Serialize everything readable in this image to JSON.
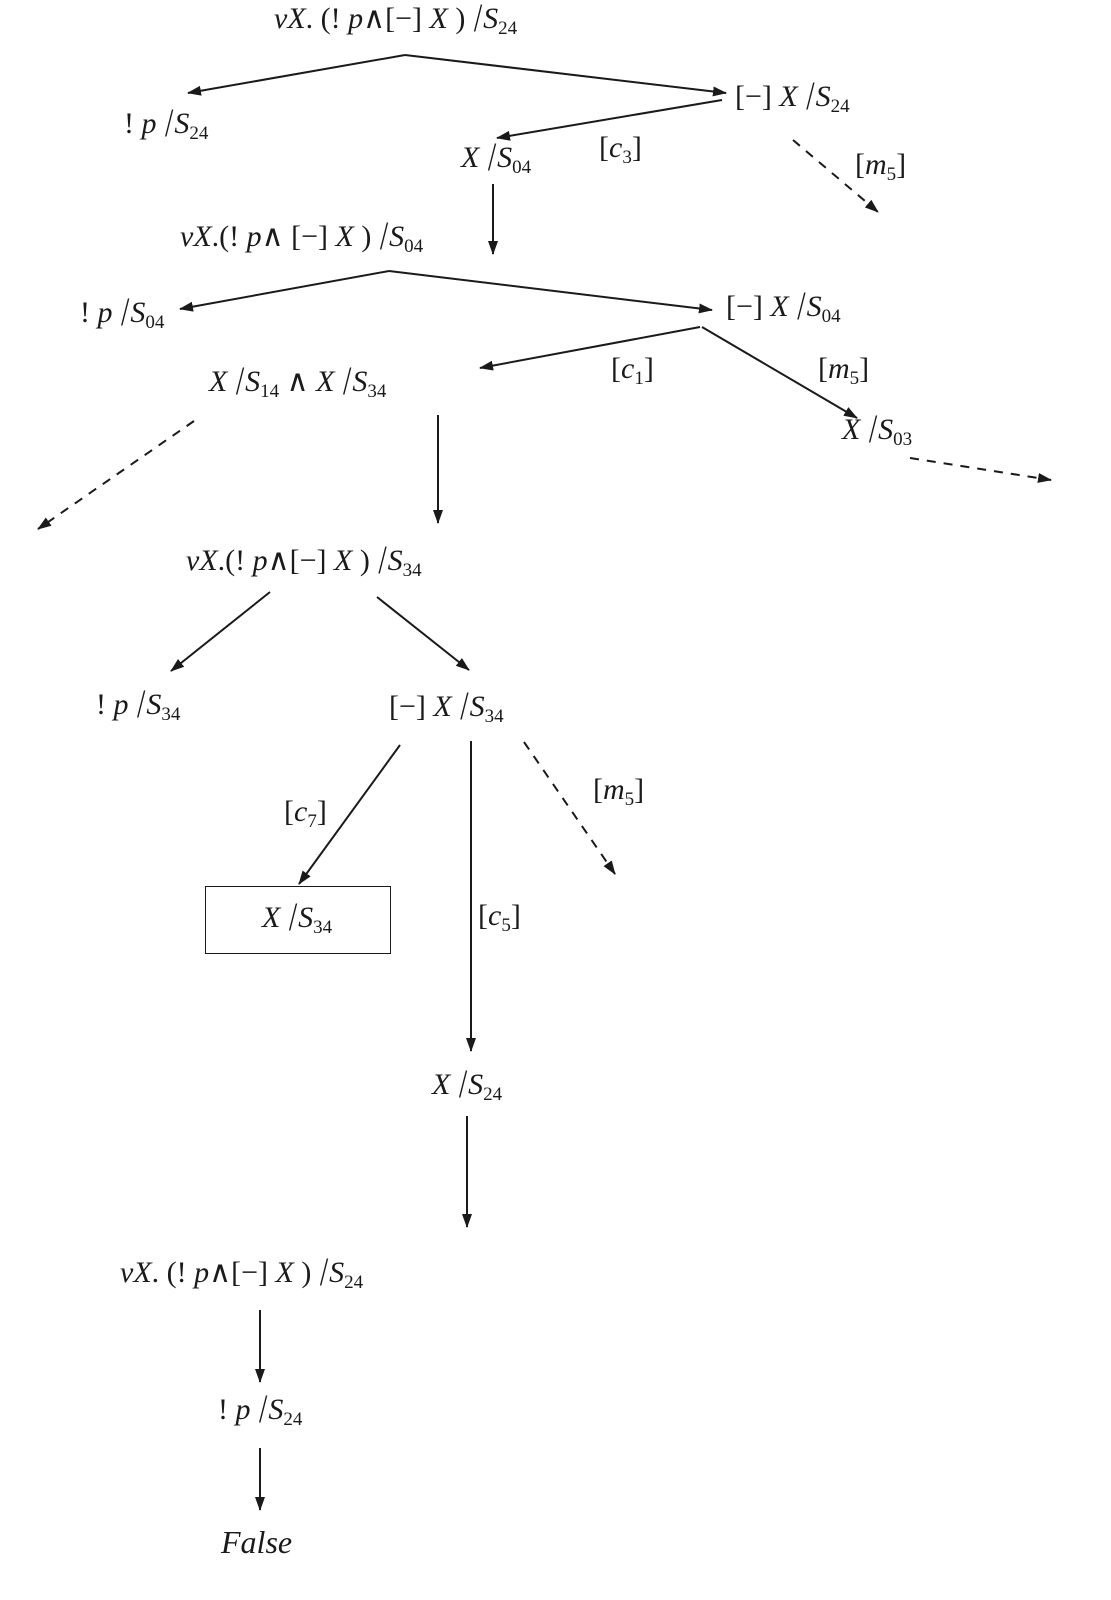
{
  "nodes": [
    {
      "id": "n1",
      "text": "vX. (! p∧[−] X ) ⁄S24"
    },
    {
      "id": "n2",
      "text": "! p ⁄S24"
    },
    {
      "id": "n3",
      "text": "[−] X ⁄S24"
    },
    {
      "id": "n4",
      "text": "X ⁄S04"
    },
    {
      "id": "n5",
      "text": "vX.(! p∧ [−] X ) ⁄S04"
    },
    {
      "id": "n6",
      "text": "! p ⁄S04"
    },
    {
      "id": "n7",
      "text": "[−] X ⁄S04"
    },
    {
      "id": "n8",
      "text": "X ⁄S14 ∧ X ⁄S34"
    },
    {
      "id": "n9",
      "text": "X ⁄S03"
    },
    {
      "id": "n10",
      "text": "vX.(! p∧[−] X ) ⁄S34"
    },
    {
      "id": "n11",
      "text": "! p ⁄S34"
    },
    {
      "id": "n12",
      "text": "[−] X ⁄S34"
    },
    {
      "id": "n13",
      "text": "X ⁄S34"
    },
    {
      "id": "n14",
      "text": "X ⁄S24"
    },
    {
      "id": "n15",
      "text": "vX. (! p∧[−] X ) ⁄S24"
    },
    {
      "id": "n16",
      "text": "! p ⁄S24"
    },
    {
      "id": "n17",
      "text": "False"
    }
  ],
  "edge_labels": {
    "c3": "[c3]",
    "m5a": "[m5]",
    "c1": "[c1]",
    "m5b": "[m5]",
    "c7": "[c7]",
    "m5c": "[m5]",
    "c5": "[c5]"
  },
  "edges": [
    {
      "from": "n1",
      "to": "n2",
      "style": "solid"
    },
    {
      "from": "n1",
      "to": "n3",
      "style": "solid"
    },
    {
      "from": "n3",
      "to": "n4",
      "style": "solid",
      "label": "[c3]"
    },
    {
      "from": "n3",
      "to": null,
      "style": "dashed",
      "label": "[m5]"
    },
    {
      "from": "n4",
      "to": "n5",
      "style": "solid"
    },
    {
      "from": "n5",
      "to": "n6",
      "style": "solid"
    },
    {
      "from": "n5",
      "to": "n7",
      "style": "solid"
    },
    {
      "from": "n7",
      "to": "n8",
      "style": "solid",
      "label": "[c1]"
    },
    {
      "from": "n7",
      "to": "n9",
      "style": "solid",
      "label": "[m5]"
    },
    {
      "from": "n9",
      "to": null,
      "style": "dashed"
    },
    {
      "from": "n8",
      "to": null,
      "style": "dashed"
    },
    {
      "from": "n8",
      "to": "n10",
      "style": "solid"
    },
    {
      "from": "n10",
      "to": "n11",
      "style": "solid"
    },
    {
      "from": "n10",
      "to": "n12",
      "style": "solid"
    },
    {
      "from": "n12",
      "to": "n13",
      "style": "solid",
      "label": "[c7]"
    },
    {
      "from": "n12",
      "to": null,
      "style": "dashed",
      "label": "[m5]"
    },
    {
      "from": "n12",
      "to": "n14",
      "style": "solid",
      "label": "[c5]"
    },
    {
      "from": "n14",
      "to": "n15",
      "style": "solid"
    },
    {
      "from": "n15",
      "to": "n16",
      "style": "solid"
    },
    {
      "from": "n16",
      "to": "n17",
      "style": "solid"
    }
  ],
  "colors": {
    "ink": "#1a1a1a",
    "background": "#ffffff"
  }
}
